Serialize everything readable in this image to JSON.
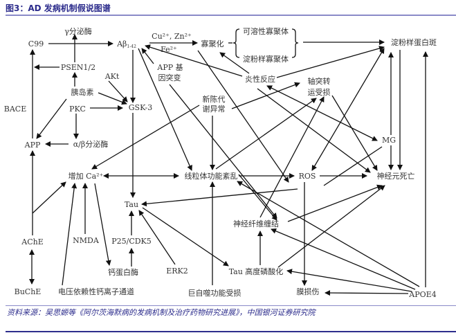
{
  "title": "图3：AD 发病机制假说图谱",
  "source": "资料来源：吴思嫄等《阿尔茨海默病的发病机制及治疗药物研究进展》，中国银河证券研究院",
  "nodes": {
    "gamma": "γ分泌酶",
    "c99": "C99",
    "abeta": "Aβ",
    "abeta_sub": "1-42",
    "metals_top": "Cu²⁺, Zn²⁺",
    "metals_bottom": "Fe²⁺",
    "oligomerization": "寡聚化",
    "soluble_oligomer": "可溶性寡聚体",
    "amyloid_oligomer": "淀粉样寡聚体",
    "plaque": "淀粉样蛋白斑",
    "psen": "PSEN1/2",
    "akt": "AKt",
    "app_mut_1": "APP 基",
    "app_mut_2": "因突变",
    "insulin": "胰岛素",
    "inflammation": "炎性反应",
    "axon_1": "轴突转",
    "axon_2": "运受损",
    "bace": "BACE",
    "pkc": "PKC",
    "gsk3": "GSK-3",
    "metab_1": "新陈代",
    "metab_2": "谢异常",
    "mg": "MG",
    "app": "APP",
    "ab_secretase": "α/β分泌酶",
    "ca": "增加 Ca²⁺",
    "mito": "线粒体功能紊乱",
    "ros": "ROS",
    "neuron_death": "神经元死亡",
    "tau": "Tau",
    "nft": "神经纤维缠结",
    "ache": "AChE",
    "nmda": "NMDA",
    "p25": "P25/CDK5",
    "calpain": "钙蛋白酶",
    "erk2": "ERK2",
    "tau_hyper": "Tau 高度磷酸化",
    "buche": "BuChE",
    "vgcc": "电压依赖性钙离子通道",
    "autophagy": "巨自噬功能受损",
    "membrane": "膜损伤",
    "apoe4": "APOE4"
  }
}
